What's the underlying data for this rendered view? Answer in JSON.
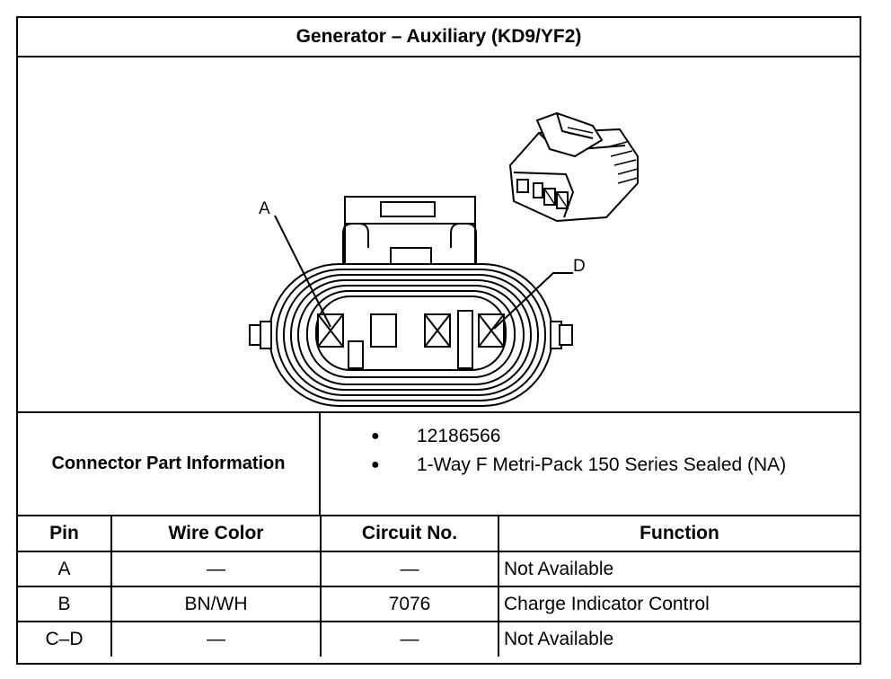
{
  "title": "Generator – Auxiliary (KD9/YF2)",
  "diagram": {
    "callouts": [
      "A",
      "D"
    ]
  },
  "connector_info": {
    "label": "Connector Part Information",
    "items": [
      "12186566",
      "1-Way F Metri-Pack 150 Series Sealed (NA)"
    ]
  },
  "table": {
    "headers": [
      "Pin",
      "Wire Color",
      "Circuit No.",
      "Function"
    ],
    "rows": [
      [
        "A",
        "—",
        "—",
        "Not Available"
      ],
      [
        "B",
        "BN/WH",
        "7076",
        "Charge Indicator Control"
      ],
      [
        "C–D",
        "—",
        "—",
        "Not Available"
      ]
    ]
  }
}
